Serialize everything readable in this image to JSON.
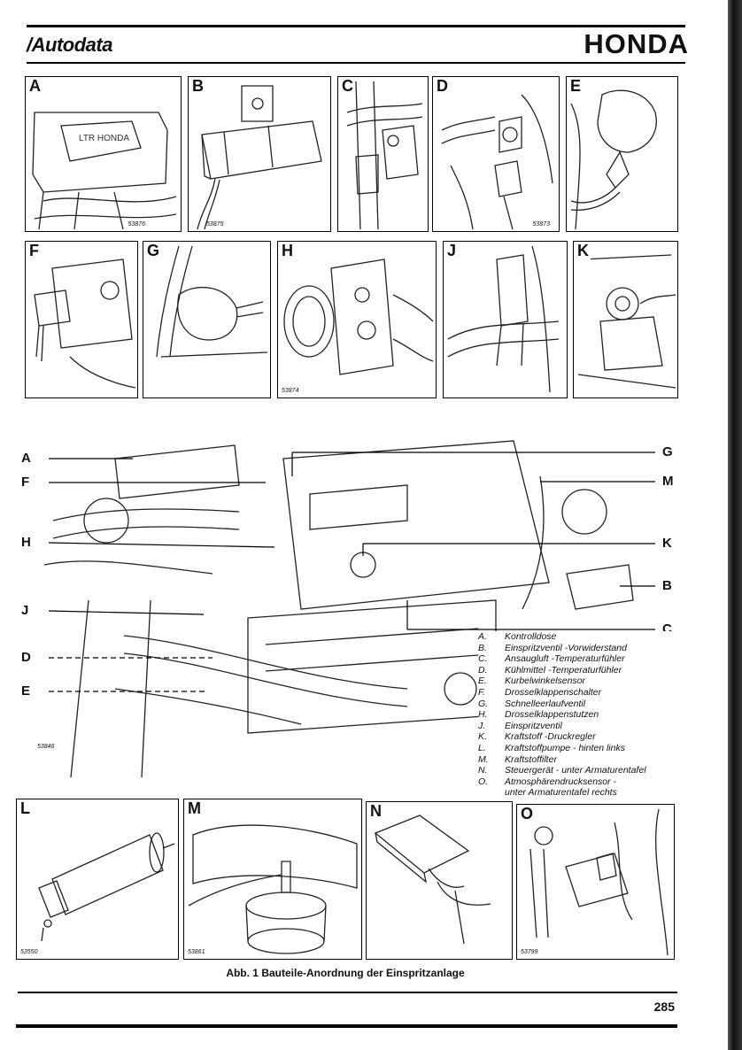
{
  "header": {
    "brand": "/Autodata",
    "make": "HONDA"
  },
  "panels": [
    {
      "label": "A",
      "code": "53876"
    },
    {
      "label": "B",
      "code": "53875"
    },
    {
      "label": "C",
      "code": ""
    },
    {
      "label": "D",
      "code": "53873"
    },
    {
      "label": "E",
      "code": ""
    },
    {
      "label": "F",
      "code": ""
    },
    {
      "label": "G",
      "code": ""
    },
    {
      "label": "H",
      "code": "53874"
    },
    {
      "label": "J",
      "code": ""
    },
    {
      "label": "K",
      "code": ""
    },
    {
      "label": "L",
      "code": "53550"
    },
    {
      "label": "M",
      "code": "53861"
    },
    {
      "label": "N",
      "code": ""
    },
    {
      "label": "O",
      "code": "53799"
    }
  ],
  "main_figure": {
    "code": "53846"
  },
  "callouts": {
    "A": "A",
    "F": "F",
    "H": "H",
    "J": "J",
    "D": "D",
    "E": "E",
    "G": "G",
    "M": "M",
    "K": "K",
    "B": "B",
    "C": "C"
  },
  "legend": [
    {
      "key": "A.",
      "text": "Kontrolldose"
    },
    {
      "key": "B.",
      "text": "Einspritzventil  -Vorwiderstand"
    },
    {
      "key": "C.",
      "text": "Ansaugluft  -Temperaturfühler"
    },
    {
      "key": "D.",
      "text": "Kühlmittel  -Temperaturfühler"
    },
    {
      "key": "E.",
      "text": "Kurbelwinkelsensor"
    },
    {
      "key": "F.",
      "text": "Drosselklappenschalter"
    },
    {
      "key": "G.",
      "text": "Schnelleerlaufventil"
    },
    {
      "key": "H.",
      "text": "Drosselklappenstutzen"
    },
    {
      "key": "J.",
      "text": "Einspritzventil"
    },
    {
      "key": "K.",
      "text": "Kraftstoff  -Druckregler"
    },
    {
      "key": "L.",
      "text": "Kraftstoffpumpe   - hinten links"
    },
    {
      "key": "M.",
      "text": "Kraftstoffilter"
    },
    {
      "key": "N.",
      "text": "Steuergerät   - unter Armaturentafel"
    },
    {
      "key": "O.",
      "text": "Atmosphärendrucksensor  -"
    },
    {
      "key": "",
      "text": "unter Armaturentafel rechts"
    }
  ],
  "caption": "Abb. 1 Bauteile-Anordnung der Einspritzanlage",
  "page_number": "285"
}
